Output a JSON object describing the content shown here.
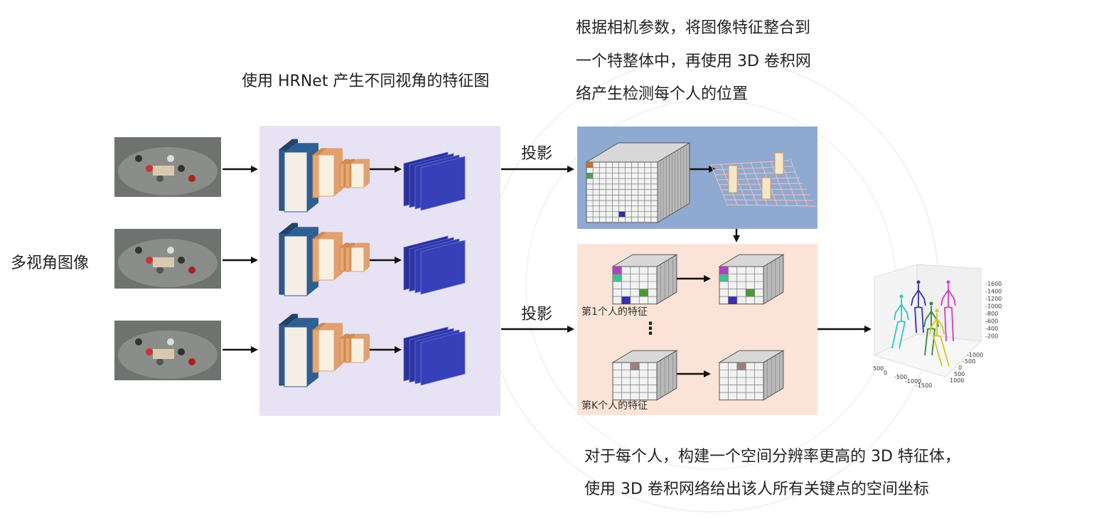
{
  "hrnet_caption": "使用 HRNet 产生不同视角的特征图",
  "fusion_caption": [
    "根据相机参数，将图像特征整合到",
    "一个特整体中，再使用 3D 卷积网",
    "络产生检测每个人的位置"
  ],
  "input_label": "多视角图像",
  "projection_label_top": "投影",
  "projection_label_bottom": "投影",
  "person1_label": "第1个人的特征",
  "personK_label": "第K个人的特征",
  "ellipsis": "⋮",
  "bottom_caption": [
    "对于每个人，构建一个空间分辨率更高的 3D 特征体，",
    "使用 3D 卷积网络给出该人所有关键点的空间坐标"
  ],
  "plot": {
    "z_ticks": [
      "1600",
      "1400",
      "1200",
      "1000",
      "800",
      "600",
      "400",
      "200"
    ],
    "y_ticks": [
      "-1000",
      "-500",
      "0",
      "500",
      "1000"
    ],
    "x_ticks": [
      "500",
      "0",
      "-500",
      "-1000",
      "-1500"
    ],
    "skeleton_colors": [
      "#2cc6c6",
      "#3a2fb0",
      "#2f8a3a",
      "#d6c81e",
      "#d43cc0"
    ]
  },
  "colors": {
    "hrnet_panel": "#e8e3f4",
    "detect_panel": "#8eaad0",
    "pose_panel": "#fbe4d7"
  }
}
